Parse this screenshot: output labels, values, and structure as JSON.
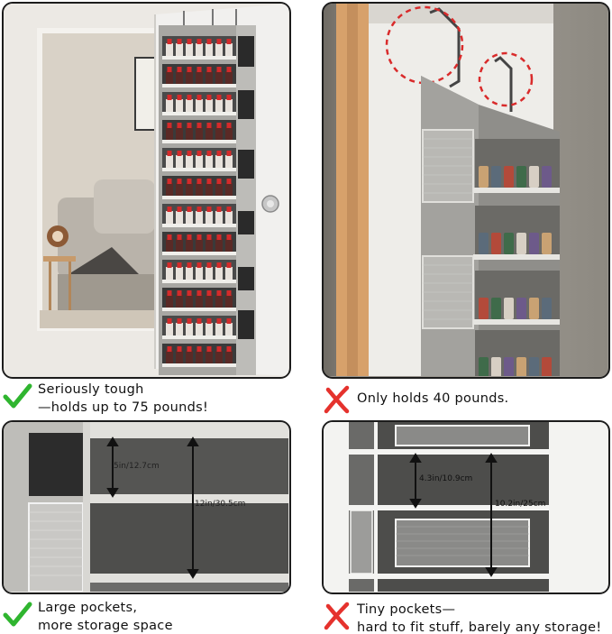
{
  "panels": {
    "good_top": {
      "caption_line1": "Seriously tough",
      "caption_line2": "—holds up to 75 pounds!",
      "status": "check"
    },
    "bad_top": {
      "caption": "Only holds 40 pounds.",
      "status": "cross"
    },
    "good_bottom": {
      "caption_line1": "Large pockets,",
      "caption_line2": "more storage space",
      "status": "check",
      "measure_small": "5in/12.7cm",
      "measure_large": "12in/30.5cm"
    },
    "bad_bottom": {
      "caption_line1": "Tiny pockets—",
      "caption_line2": "hard to fit stuff, barely any storage!",
      "status": "cross",
      "measure_small": "4.3in/10.9cm",
      "measure_large": "10.2in/25cm"
    }
  },
  "colors": {
    "check": "#2fb52f",
    "cross": "#e5322d",
    "dashed_circle": "#d92b2b",
    "organizer_gray": "#9a9a98",
    "pocket_dark": "#2a2a2a",
    "bottle_red": "#d42a2a"
  },
  "icons": {
    "check": "check-mark-icon",
    "cross": "cross-mark-icon"
  }
}
